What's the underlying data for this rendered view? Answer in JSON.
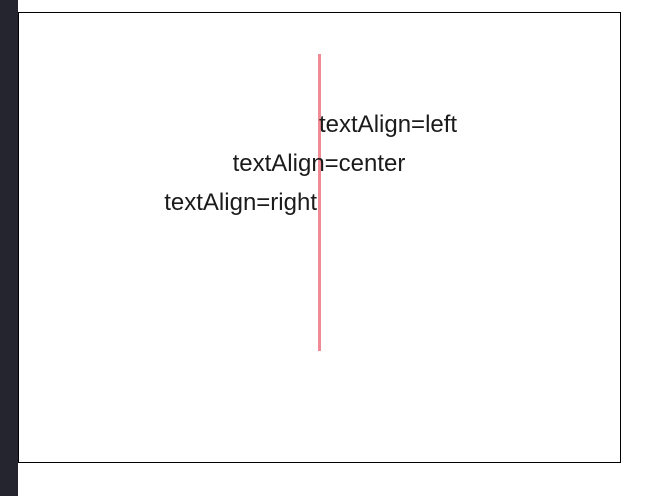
{
  "canvas": {
    "background": "#ffffff",
    "border_color": "#000000",
    "guide_line_color": "#f08a95",
    "labels": {
      "left": "textAlign=left",
      "center": "textAlign=center",
      "right": "textAlign=right"
    }
  },
  "chrome": {
    "left_strip_color": "#24252e"
  }
}
